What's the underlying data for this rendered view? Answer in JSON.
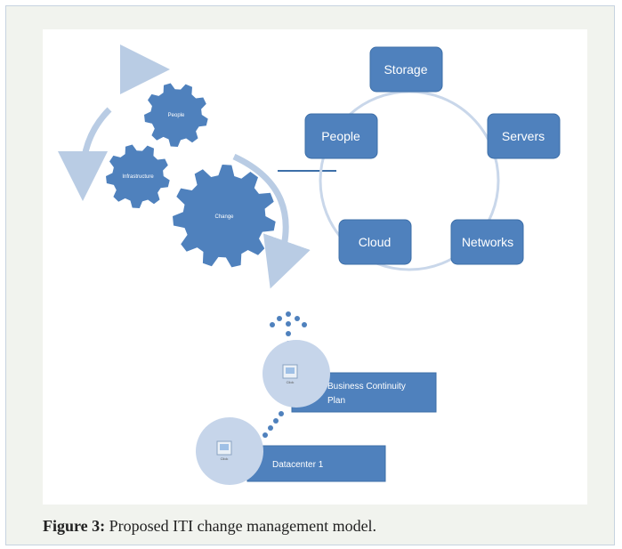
{
  "cycle": {
    "nodes": [
      "Storage",
      "Servers",
      "Networks",
      "Cloud",
      "People"
    ]
  },
  "gears": {
    "people": "People",
    "infrastructure": "Infrastructure",
    "change": "Change"
  },
  "stack": {
    "upper_label_line1": "Business Continuity",
    "upper_label_line2": "Plan",
    "lower_label": "Datacenter 1",
    "picture_placeholder": "Click"
  },
  "caption": {
    "label": "Figure 3:",
    "text": " Proposed ITI change management model."
  },
  "colors": {
    "node_fill": "#4f81bd",
    "node_stroke": "#3d6fa8",
    "ring": "#c9d7ea",
    "arrow": "#b9cce4",
    "disc": "#c6d5ea",
    "frame": "#f1f3ee"
  }
}
